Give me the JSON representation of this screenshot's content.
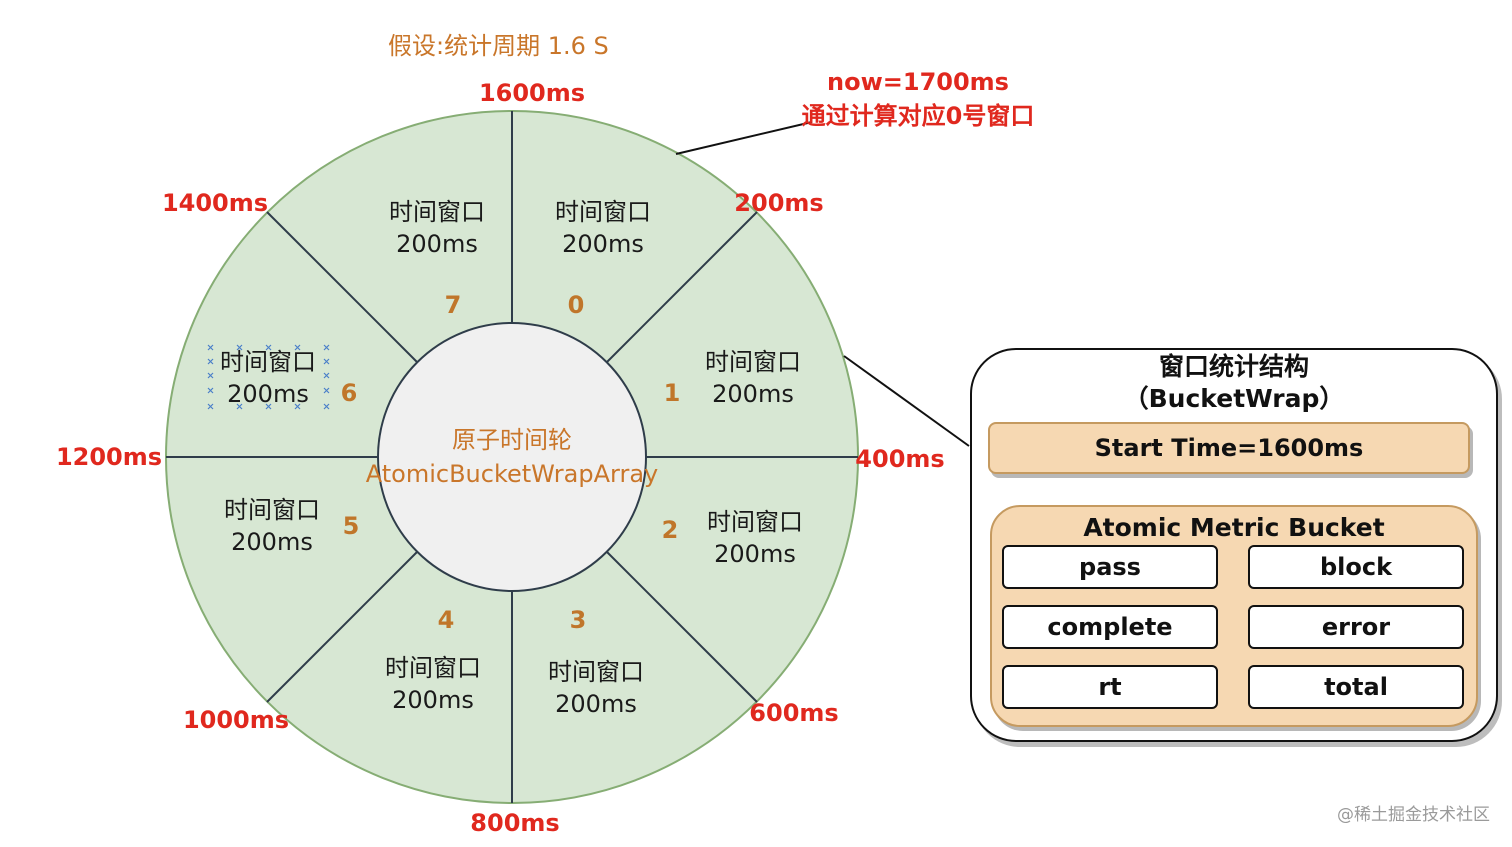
{
  "caption": "假设:统计周期 1.6 S",
  "now_note": {
    "line1": "now=1700ms",
    "line2": "通过计算对应0号窗口"
  },
  "hub": {
    "line1": "原子时间轮",
    "line2": "AtomicBucketWrapArray"
  },
  "boundary_labels": {
    "b1600": "1600ms",
    "b200": "200ms",
    "b400": "400ms",
    "b600": "600ms",
    "b800": "800ms",
    "b1000": "1000ms",
    "b1200": "1200ms",
    "b1400": "1400ms"
  },
  "windows": [
    {
      "index": "0",
      "line1": "时间窗口",
      "line2": "200ms"
    },
    {
      "index": "1",
      "line1": "时间窗口",
      "line2": "200ms"
    },
    {
      "index": "2",
      "line1": "时间窗口",
      "line2": "200ms"
    },
    {
      "index": "3",
      "line1": "时间窗口",
      "line2": "200ms"
    },
    {
      "index": "4",
      "line1": "时间窗口",
      "line2": "200ms"
    },
    {
      "index": "5",
      "line1": "时间窗口",
      "line2": "200ms"
    },
    {
      "index": "6",
      "line1": "时间窗口",
      "line2": "200ms"
    },
    {
      "index": "7",
      "line1": "时间窗口",
      "line2": "200ms"
    }
  ],
  "bucket_wrap": {
    "title1": "窗口统计结构",
    "title2": "（BucketWrap）",
    "start_time": "Start Time=1600ms",
    "metric_bucket": {
      "title": "Atomic Metric Bucket",
      "metrics": [
        "pass",
        "block",
        "complete",
        "error",
        "rt",
        "total"
      ]
    }
  },
  "watermark": "@稀土掘金技术社区",
  "colors": {
    "ring_fill": "#d7e7d3",
    "ring_stroke": "#86ad74",
    "label_red": "#e0281e",
    "index_orange": "#c0762a",
    "box_fill": "#f6d8b2"
  }
}
